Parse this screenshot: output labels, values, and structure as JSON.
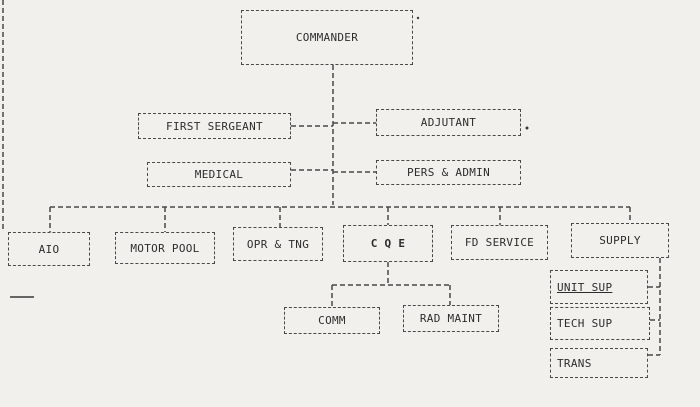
{
  "chart": {
    "commander": "COMMANDER",
    "first_sergeant": "FIRST SERGEANT",
    "adjutant": "ADJUTANT",
    "medical": "MEDICAL",
    "pers_admin": "PERS & ADMIN",
    "aio": "AIO",
    "motor_pool": "MOTOR POOL",
    "opr_tng": "OPR & TNG",
    "cqe": "C Q E",
    "fd_service": "FD SERVICE",
    "supply": "SUPPLY",
    "comm": "COMM",
    "rad_maint": "RAD MAINT",
    "unit_sup": "UNIT SUP",
    "tech_sup": "TECH SUP",
    "trans": "TRANS"
  }
}
